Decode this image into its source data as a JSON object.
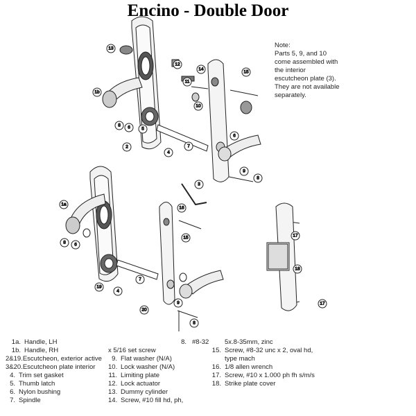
{
  "title": "Encino - Double Door",
  "note": {
    "lines": [
      "Note:",
      "Parts 5, 9, and 10",
      "come assembled with",
      "the interior",
      "escutcheon plate (3).",
      "They are not available",
      "separately."
    ]
  },
  "callouts": [
    "13",
    "12",
    "11",
    "14",
    "15",
    "10",
    "1b",
    "8",
    "6",
    "5",
    "2",
    "4",
    "7",
    "6",
    "3",
    "9",
    "8",
    "16",
    "1a",
    "8",
    "6",
    "15",
    "19",
    "7",
    "4",
    "20",
    "9",
    "8",
    "17",
    "18",
    "17"
  ],
  "legend": {
    "col1": [
      {
        "num": "1a.",
        "text": "Handle, LH"
      },
      {
        "num": "1b.",
        "text": "Handle, RH"
      },
      {
        "num": "2&19.",
        "text": "Escutcheon, exterior active"
      },
      {
        "num": "3&20.",
        "text": "Escutcheon plate interior"
      },
      {
        "num": "4.",
        "text": "Trim set gasket"
      },
      {
        "num": "5.",
        "text": "Thumb latch"
      },
      {
        "num": "6.",
        "text": "Nylon bushing"
      },
      {
        "num": "7.",
        "text": "Spindle"
      }
    ],
    "col2": [
      {
        "num": "",
        "text": "x 5/16 set screw"
      },
      {
        "num": "9.",
        "text": "Flat washer (N/A)"
      },
      {
        "num": "10.",
        "text": "Lock washer (N/A)"
      },
      {
        "num": "11.",
        "text": "Limiting plate"
      },
      {
        "num": "12.",
        "text": "Lock actuator"
      },
      {
        "num": "13.",
        "text": "Dummy cylinder"
      },
      {
        "num": "14.",
        "text": "Screw, #10 fill hd, ph,"
      }
    ],
    "col3": [
      {
        "num": "8.",
        "text": "#8-32"
      }
    ],
    "col4": [
      {
        "num": "",
        "text": "5x.8-35mm, zinc"
      },
      {
        "num": "15.",
        "text": "Screw, #8-32 unc x 2, oval hd,"
      },
      {
        "num": "",
        "text": "type mach"
      },
      {
        "num": "16.",
        "text": "1/8 allen wrench"
      },
      {
        "num": "17.",
        "text": "Screw, #10 x 1.000 ph fh s/m/s"
      },
      {
        "num": "18.",
        "text": "Strike plate cover"
      }
    ]
  }
}
